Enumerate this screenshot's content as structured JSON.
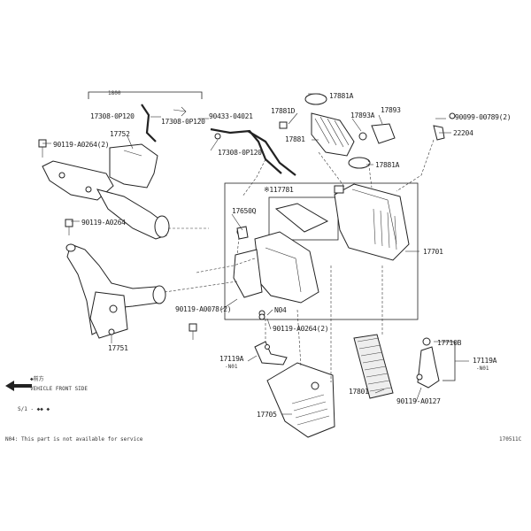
{
  "labels": {
    "p17752": "17752",
    "p90119_a0264_2_top": "90119-A0264(2)",
    "p90119_a0264_mid": "90119-A0264",
    "p17751": "17751",
    "p1800": "1800",
    "p17308_0p120_a": "17308-0P120",
    "p17308_0p120_b": "17308-0P120",
    "p90433": "90433-04021",
    "p17881a_top": "17881A",
    "p17881d": "17881D",
    "p17893a": "17893A",
    "p17893": "17893",
    "p90099": "90099-00789(2)",
    "p22204": "22204",
    "p17881": "17881",
    "p17881a_bot": "17881A",
    "p17781": "※117781",
    "p17650q": "17650Q",
    "p17701": "17701",
    "p90119_a0078": "90119-A0078(2)",
    "pn04": "N04",
    "p90119_a0264_2_bot": "90119-A0264(2)",
    "p17119a_left": "17119A",
    "p17119a_left_sub": "-N01",
    "p17705": "17705",
    "p17801": "17801",
    "p17710b": "17710B",
    "p17119a_right": "17119A",
    "p17119a_right_sub": "-N01",
    "p90119_a0127": "90119-A0127"
  },
  "front_text": "◆前方",
  "vehicle_front_side": "VEHICLE FRONT SIDE",
  "left_small_text": "S/1 - ◆◆ ◆",
  "footnote": "N04: This part is not available for service",
  "figure_id": "170511C"
}
